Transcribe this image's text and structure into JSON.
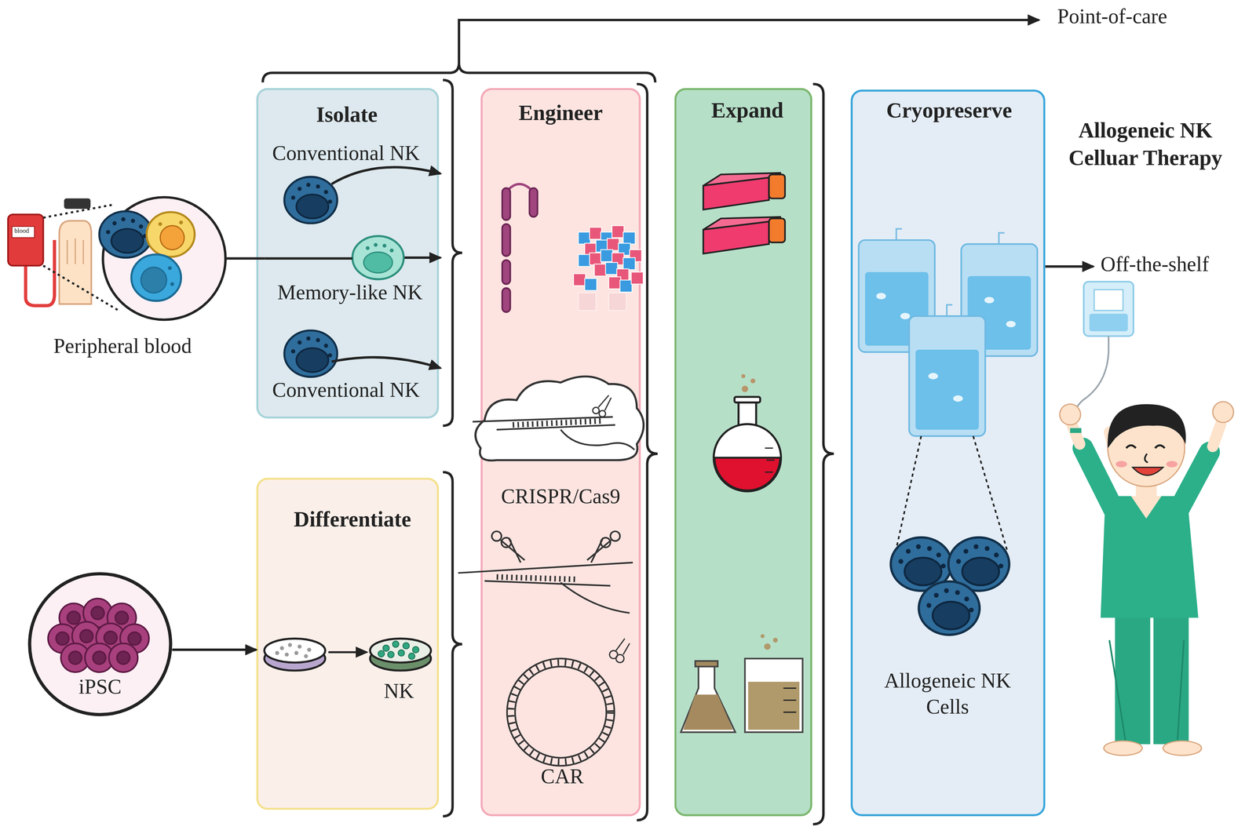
{
  "diagram": {
    "nodes": [
      {
        "text": [
          "Peripheral blood"
        ]
      },
      {
        "text": [
          "Isolate"
        ]
      },
      {
        "text": [
          "Conventional NK"
        ],
        "in": 1
      },
      {
        "text": [
          "Memory-like NK"
        ],
        "in": 1
      },
      {
        "text": [
          "Conventional NK"
        ],
        "in": 1
      },
      {
        "text": [
          "iPSC"
        ]
      },
      {
        "text": [
          "Differentiate"
        ]
      },
      {
        "text": [
          "NK"
        ],
        "in": 6
      },
      {
        "text": [
          "Engineer"
        ]
      },
      {
        "text": [
          "CRISPR/Cas9"
        ],
        "in": 8
      },
      {
        "text": [
          "CAR"
        ],
        "in": 8
      },
      {
        "text": [
          "Expand"
        ]
      },
      {
        "text": [
          "Cryopreserve"
        ]
      },
      {
        "text": [
          "Allogeneic NK Cells"
        ],
        "in": 12
      },
      {
        "text": [
          "Allogeneic NK Celluar Therapy"
        ]
      }
    ],
    "edges": [
      {
        "from": 0,
        "to": 3,
        "arrow": "none"
      },
      {
        "from": 5,
        "to": 6,
        "arrow": "to"
      },
      {
        "from": 12,
        "to": 14,
        "label": "Off-the-shelf",
        "arrow": "to"
      }
    ],
    "labels": [
      "Point-of-care",
      "blood"
    ]
  }
}
